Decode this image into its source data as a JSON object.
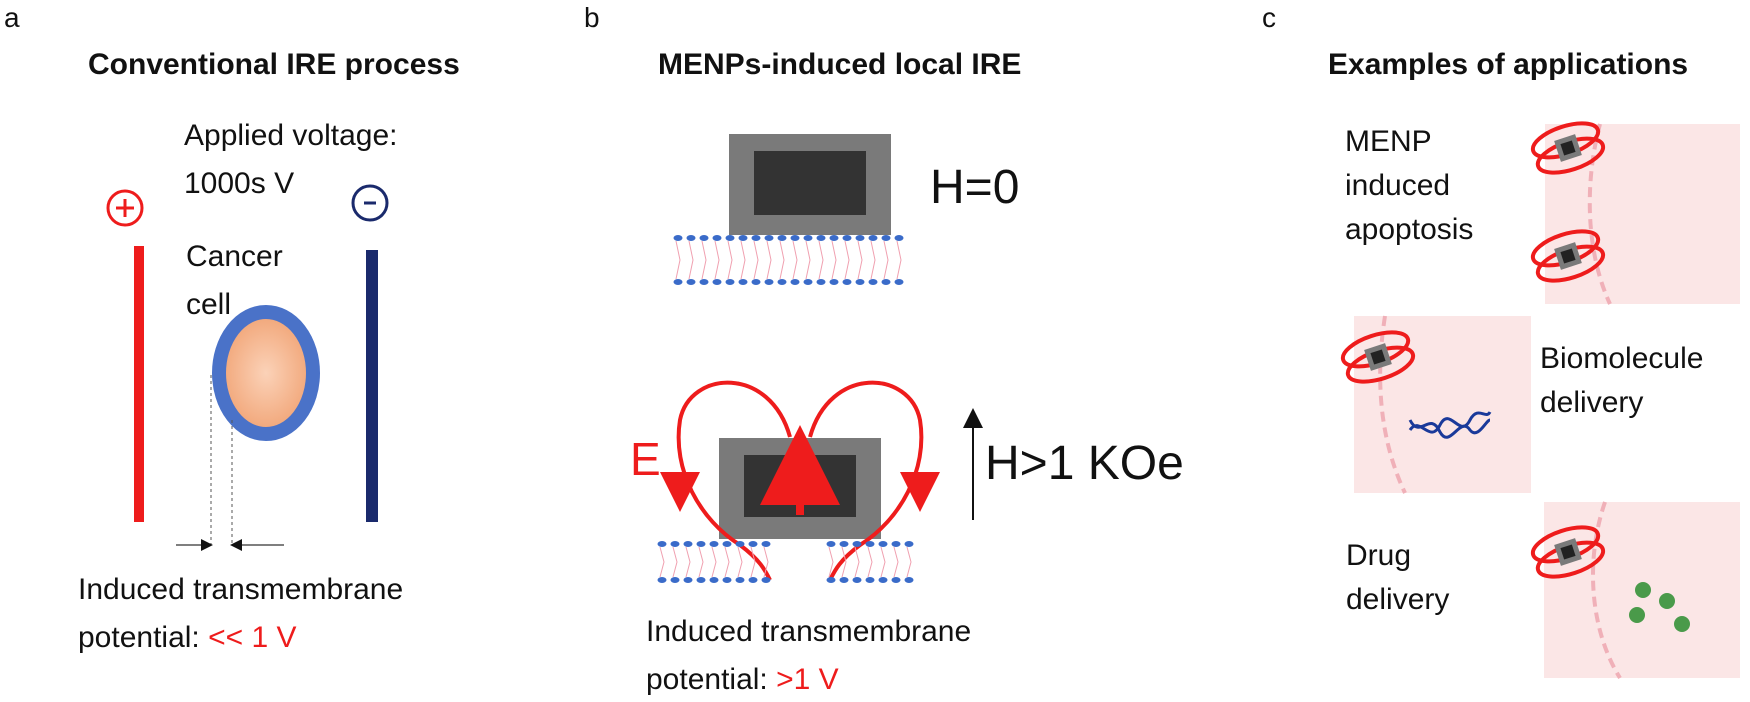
{
  "panels": {
    "a": {
      "letter": "a",
      "title": "Conventional IRE process",
      "voltage_label_1": "Applied voltage:",
      "voltage_label_2": "1000s V",
      "plus_sign": "+",
      "minus_sign": "-",
      "cell_label_1": "Cancer",
      "cell_label_2": "cell",
      "potential_label_1": "Induced transmembrane",
      "potential_label_2": "potential: ",
      "potential_value": "<< 1 V"
    },
    "b": {
      "letter": "b",
      "title": "MENPs-induced local IRE",
      "field_zero": "H=0",
      "field_high": "H>1 KOe",
      "e_label": "E",
      "potential_label_1": "Induced transmembrane",
      "potential_label_2": "potential: ",
      "potential_value": ">1 V"
    },
    "c": {
      "letter": "c",
      "title": "Examples of applications",
      "app1_line1": "MENP",
      "app1_line2": "induced",
      "app1_line3": "apoptosis",
      "app2_line1": "Biomolecule",
      "app2_line2": "delivery",
      "app3_line1": "Drug",
      "app3_line2": "delivery"
    }
  },
  "colors": {
    "red": "#ee1c1c",
    "navy": "#1a2a6c",
    "cell_membrane": "#4a72c8",
    "cell_body": "#f2a77a",
    "particle_outer": "#7a7a7a",
    "particle_inner": "#333333",
    "lipid_head": "#3a6bc9",
    "lipid_tail": "#f0a0b0",
    "cell_bg": "#fbe6e6",
    "drug": "#4a9a4a",
    "dna": "#1a3a9a"
  }
}
